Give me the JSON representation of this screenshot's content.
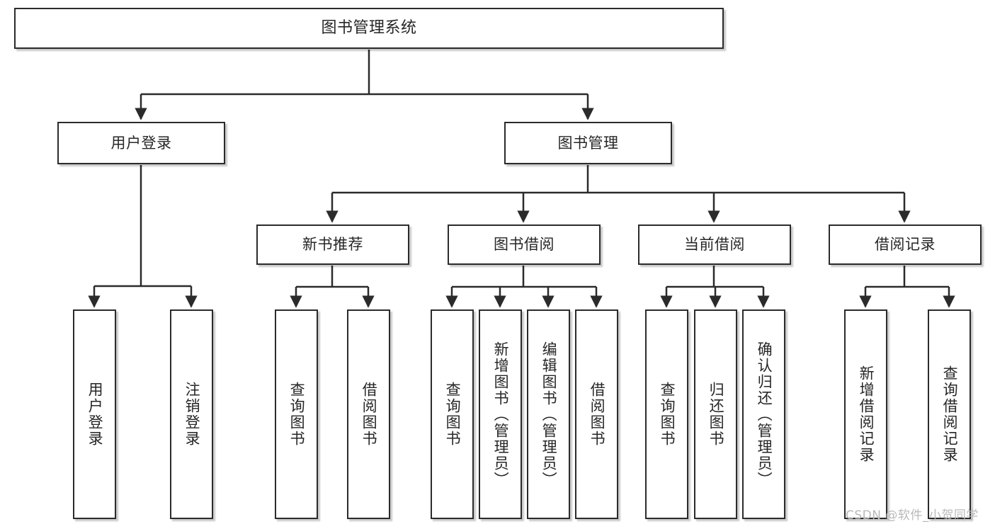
{
  "diagram": {
    "title": "图书管理系统",
    "watermark": "CSDN @软件_小贺同学",
    "levels": {
      "root": {
        "label": "图书管理系统"
      },
      "level2": [
        {
          "label": "用户登录"
        },
        {
          "label": "图书管理"
        }
      ],
      "level3": [
        {
          "label": "新书推荐"
        },
        {
          "label": "图书借阅"
        },
        {
          "label": "当前借阅"
        },
        {
          "label": "借阅记录"
        }
      ],
      "leaves": {
        "user_login": [
          {
            "label": "用户登录"
          },
          {
            "label": "注销登录"
          }
        ],
        "new_book": [
          {
            "label": "查询图书"
          },
          {
            "label": "借阅图书"
          }
        ],
        "book_borrow": [
          {
            "label": "查询图书"
          },
          {
            "label": "新增图书（管理员）"
          },
          {
            "label": "编辑图书（管理员）"
          },
          {
            "label": "借阅图书"
          }
        ],
        "current_borrow": [
          {
            "label": "查询图书"
          },
          {
            "label": "归还图书"
          },
          {
            "label": "确认归还（管理员）"
          }
        ],
        "borrow_record": [
          {
            "label": "新增借阅记录"
          },
          {
            "label": "查询借阅记录"
          }
        ]
      }
    },
    "colors": {
      "border": "#2b2b2b",
      "text": "#262626",
      "background": "#ffffff",
      "watermark": "#b9b9b9"
    }
  }
}
